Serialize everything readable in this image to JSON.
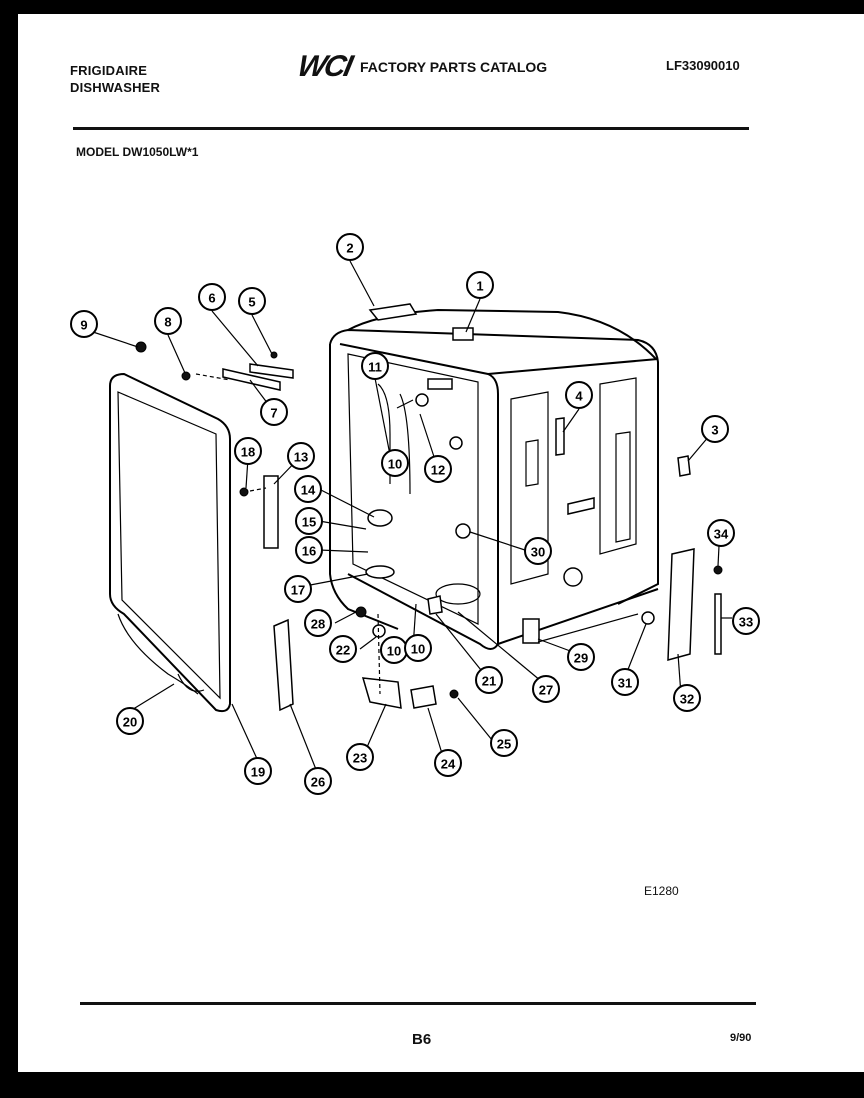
{
  "header": {
    "brand": "FRIGIDAIRE",
    "product": "DISHWASHER",
    "logo": "WCI",
    "catalog_title": "FACTORY PARTS CATALOG",
    "catalog_number": "LF33090010",
    "model_line": "MODEL DW1050LW*1"
  },
  "diagram": {
    "figure_code": "E1280",
    "callouts": [
      "1",
      "2",
      "3",
      "4",
      "5",
      "6",
      "7",
      "8",
      "9",
      "10",
      "11",
      "12",
      "10",
      "13",
      "14",
      "15",
      "16",
      "17",
      "18",
      "28",
      "22",
      "10",
      "30",
      "20",
      "19",
      "26",
      "23",
      "24",
      "25",
      "21",
      "27",
      "29",
      "31",
      "32",
      "33",
      "34"
    ]
  },
  "footer": {
    "page": "B6",
    "date": "9/90"
  }
}
